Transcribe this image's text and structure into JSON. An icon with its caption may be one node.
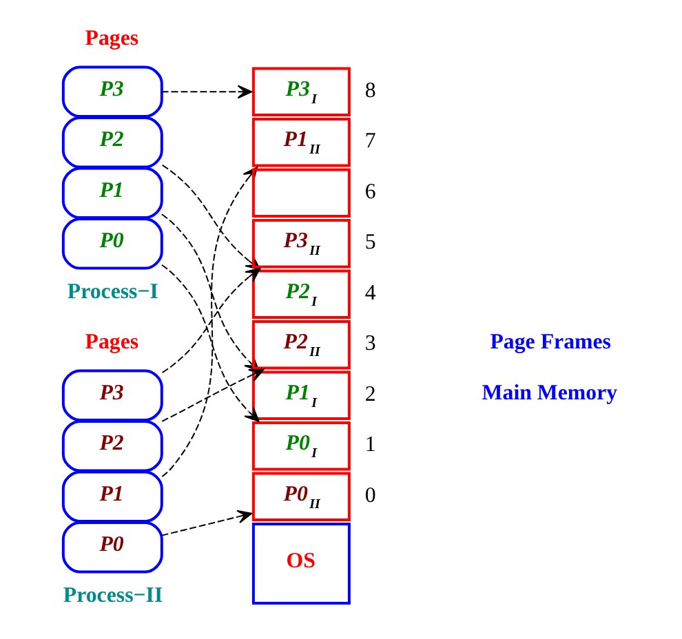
{
  "diagram": {
    "nodes": [
      {
        "text": [
          "P3"
        ]
      },
      {
        "text": [
          "P2"
        ]
      },
      {
        "text": [
          "P1"
        ]
      },
      {
        "text": [
          "P0"
        ]
      },
      {
        "text": [
          "P3"
        ]
      },
      {
        "text": [
          "P2"
        ]
      },
      {
        "text": [
          "P1"
        ]
      },
      {
        "text": [
          "P0"
        ]
      },
      {
        "text": [
          "P3$_{I}$"
        ],
        "beside": [
          "8"
        ]
      },
      {
        "text": [
          "P1$_{II}$"
        ],
        "beside": [
          "7"
        ]
      },
      {
        "text": [],
        "shape": "box",
        "beside": [
          "6"
        ]
      },
      {
        "text": [
          "P3$_{II}$"
        ],
        "beside": [
          "5"
        ]
      },
      {
        "text": [
          "P2$_{I}$"
        ],
        "beside": [
          "4"
        ]
      },
      {
        "text": [
          "P2$_{II}$"
        ],
        "beside": [
          "3"
        ]
      },
      {
        "text": [
          "P1$_{I}$"
        ],
        "beside": [
          "2"
        ]
      },
      {
        "text": [
          "P0$_{I}$"
        ],
        "beside": [
          "1"
        ]
      },
      {
        "text": [
          "P0$_{II}$"
        ],
        "beside": [
          "0"
        ]
      },
      {
        "text": [
          "OS"
        ]
      }
    ],
    "edges": [
      {
        "from": 0,
        "to": 8,
        "arrow": "to",
        "style": "dashed"
      },
      {
        "from": 1,
        "to": 12,
        "arrow": "to",
        "style": "dashed"
      },
      {
        "from": 2,
        "to": 14,
        "arrow": "to",
        "style": "dashed"
      },
      {
        "from": 3,
        "to": 15,
        "arrow": "to",
        "style": "dashed"
      },
      {
        "from": 4,
        "to": 11,
        "arrow": "to",
        "style": "dashed"
      },
      {
        "from": 5,
        "to": 13,
        "arrow": "to",
        "style": "dashed"
      },
      {
        "from": 6,
        "to": 9,
        "arrow": "to",
        "style": "dashed"
      },
      {
        "from": 7,
        "to": 16,
        "arrow": "to",
        "style": "dashed"
      }
    ],
    "labels": [
      "Pages",
      "Process−I",
      "Pages",
      "Process−II",
      "Page Frames",
      "Main Memory"
    ]
  }
}
